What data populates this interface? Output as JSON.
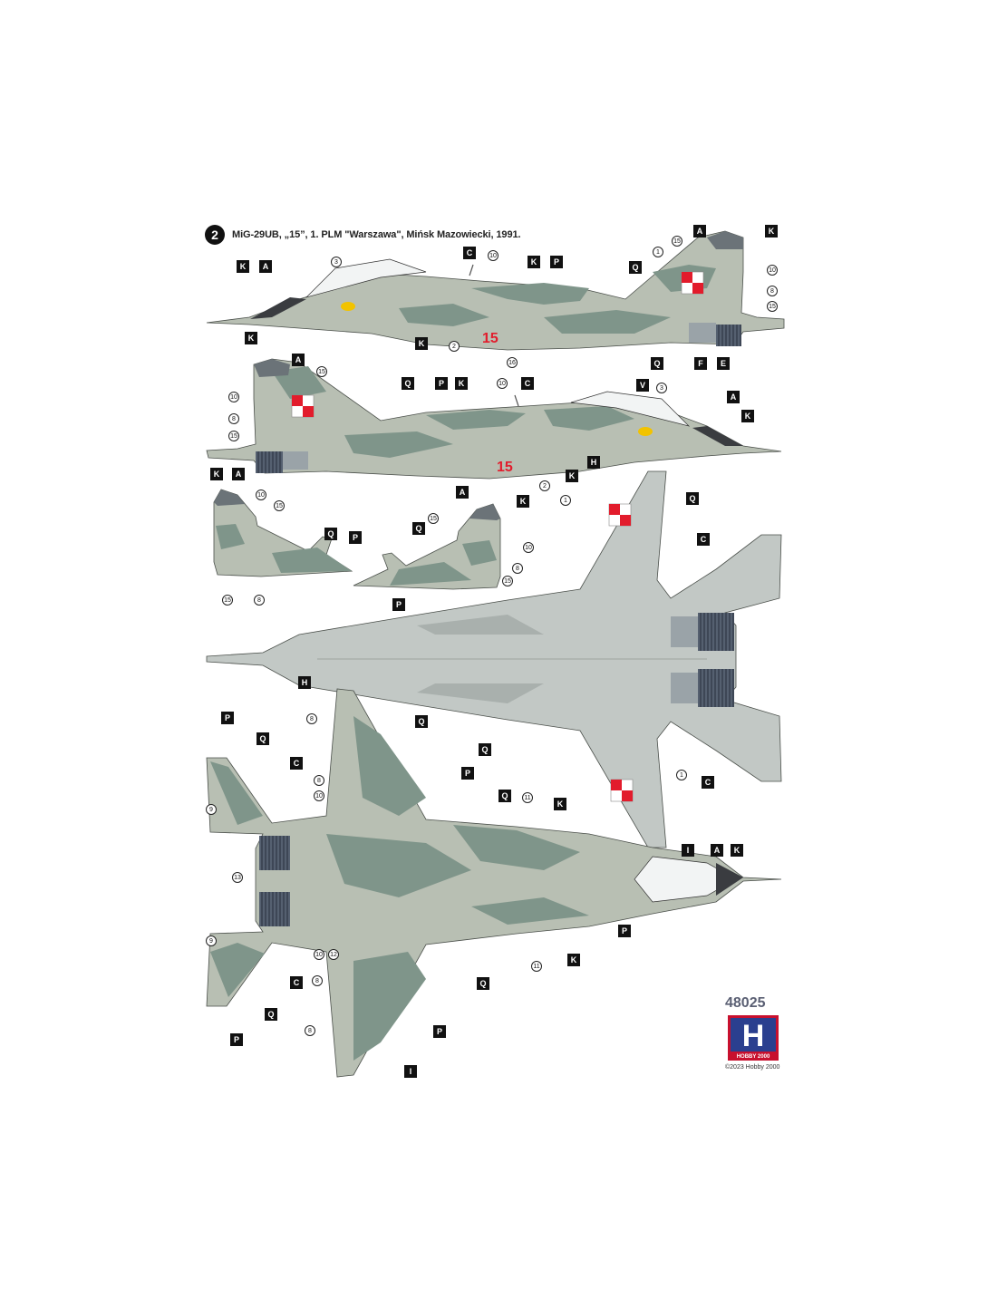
{
  "profile": {
    "number": "2",
    "title": "MiG-29UB, „15”, 1. PLM \"Warszawa\", Mińsk Mazowiecki, 1991."
  },
  "aircraft": {
    "tail_number": "15"
  },
  "kit": {
    "number": "48025",
    "copyright": "©2023 Hobby 2000",
    "logo_letter": "H",
    "logo_text": "HOBBY 2000"
  },
  "colors": {
    "light_grey": "#b8bfb3",
    "dark_green": "#7f958a",
    "underside": "#c2c8c5",
    "marking_red": "#e21c2c"
  },
  "labels": [
    {
      "id": "l1",
      "text": "K"
    },
    {
      "id": "l2",
      "text": "A"
    },
    {
      "id": "l3",
      "text": "C"
    },
    {
      "id": "l4",
      "text": "K"
    },
    {
      "id": "l5",
      "text": "P"
    },
    {
      "id": "l6",
      "text": "Q"
    },
    {
      "id": "l7",
      "text": "A"
    },
    {
      "id": "l8",
      "text": "K"
    },
    {
      "id": "l9",
      "text": "K"
    },
    {
      "id": "l10",
      "text": "Q"
    },
    {
      "id": "l11",
      "text": "F"
    },
    {
      "id": "l12",
      "text": "E"
    },
    {
      "id": "l13",
      "text": "K"
    },
    {
      "id": "l14",
      "text": "A"
    },
    {
      "id": "l15",
      "text": "Q"
    },
    {
      "id": "l16",
      "text": "P"
    },
    {
      "id": "l17",
      "text": "K"
    },
    {
      "id": "l18",
      "text": "C"
    },
    {
      "id": "l19",
      "text": "V"
    },
    {
      "id": "l20",
      "text": "A"
    },
    {
      "id": "l21",
      "text": "K"
    },
    {
      "id": "l22",
      "text": "K"
    },
    {
      "id": "l23",
      "text": "H"
    },
    {
      "id": "l24",
      "text": "K"
    },
    {
      "id": "l25",
      "text": "A"
    },
    {
      "id": "l26",
      "text": "Q"
    },
    {
      "id": "l27",
      "text": "P"
    },
    {
      "id": "l28",
      "text": "A"
    },
    {
      "id": "l29",
      "text": "K"
    },
    {
      "id": "l30",
      "text": "Q"
    },
    {
      "id": "l31",
      "text": "P"
    },
    {
      "id": "l32",
      "text": "Q"
    },
    {
      "id": "l33",
      "text": "C"
    },
    {
      "id": "l34",
      "text": "H"
    },
    {
      "id": "l35",
      "text": "Q"
    },
    {
      "id": "l36",
      "text": "C"
    },
    {
      "id": "l37",
      "text": "P"
    },
    {
      "id": "l38",
      "text": "Q"
    },
    {
      "id": "l39",
      "text": "C"
    },
    {
      "id": "l40",
      "text": "Q"
    },
    {
      "id": "l41",
      "text": "P"
    },
    {
      "id": "l42",
      "text": "Q"
    },
    {
      "id": "l43",
      "text": "K"
    },
    {
      "id": "l44",
      "text": "I"
    },
    {
      "id": "l45",
      "text": "A"
    },
    {
      "id": "l46",
      "text": "K"
    },
    {
      "id": "l47",
      "text": "P"
    },
    {
      "id": "l48",
      "text": "K"
    },
    {
      "id": "l49",
      "text": "C"
    },
    {
      "id": "l50",
      "text": "Q"
    },
    {
      "id": "l51",
      "text": "Q"
    },
    {
      "id": "l52",
      "text": "P"
    },
    {
      "id": "l53",
      "text": "P"
    },
    {
      "id": "l54",
      "text": "I"
    }
  ],
  "callouts": [
    {
      "id": "n1",
      "text": "3"
    },
    {
      "id": "n2",
      "text": "10"
    },
    {
      "id": "n3",
      "text": "15"
    },
    {
      "id": "n4",
      "text": "1"
    },
    {
      "id": "n5",
      "text": "10"
    },
    {
      "id": "n6",
      "text": "8"
    },
    {
      "id": "n7",
      "text": "15"
    },
    {
      "id": "n8",
      "text": "2"
    },
    {
      "id": "n9",
      "text": "16"
    },
    {
      "id": "n10",
      "text": "15"
    },
    {
      "id": "n11",
      "text": "10"
    },
    {
      "id": "n12",
      "text": "8"
    },
    {
      "id": "n13",
      "text": "15"
    },
    {
      "id": "n14",
      "text": "10"
    },
    {
      "id": "n15",
      "text": "3"
    },
    {
      "id": "n16",
      "text": "2"
    },
    {
      "id": "n17",
      "text": "10"
    },
    {
      "id": "n18",
      "text": "15"
    },
    {
      "id": "n19",
      "text": "15"
    },
    {
      "id": "n20",
      "text": "8"
    },
    {
      "id": "n21",
      "text": "15"
    },
    {
      "id": "n22",
      "text": "10"
    },
    {
      "id": "n23",
      "text": "8"
    },
    {
      "id": "n24",
      "text": "15"
    },
    {
      "id": "n25",
      "text": "1"
    },
    {
      "id": "n26",
      "text": "1"
    },
    {
      "id": "n27",
      "text": "8"
    },
    {
      "id": "n28",
      "text": "8"
    },
    {
      "id": "n29",
      "text": "10"
    },
    {
      "id": "n30",
      "text": "9"
    },
    {
      "id": "n31",
      "text": "13"
    },
    {
      "id": "n32",
      "text": "11"
    },
    {
      "id": "n33",
      "text": "10"
    },
    {
      "id": "n34",
      "text": "12"
    },
    {
      "id": "n35",
      "text": "9"
    },
    {
      "id": "n36",
      "text": "8"
    },
    {
      "id": "n37",
      "text": "8"
    },
    {
      "id": "n38",
      "text": "11"
    }
  ]
}
